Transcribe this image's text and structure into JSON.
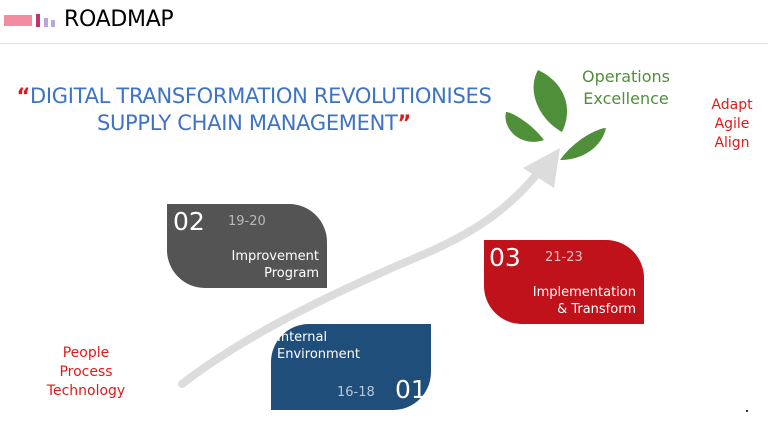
{
  "header": {
    "title": "ROADMAP",
    "logo_colors": [
      "#f28ca0",
      "#c0346a",
      "#b9a7d6"
    ]
  },
  "headline": {
    "open_quote": "“",
    "line1": "DIGITAL TRANSFORMATION REVOLUTIONISES",
    "line2": "SUPPLY CHAIN MANAGEMENT",
    "close_quote": "”",
    "color": "#3d73c4",
    "quote_color": "#e01a1a"
  },
  "goal": {
    "line1": "Operations",
    "line2": "Excellence",
    "color": "#4f8f3a",
    "icon": "leaf-icon"
  },
  "values": {
    "line1": "Adapt",
    "line2": "Agile",
    "line3": "Align"
  },
  "pillars": {
    "line1": "People",
    "line2": "Process",
    "line3": "Technology"
  },
  "phases": [
    {
      "number": "01",
      "years": "16-18",
      "line1": "Internal",
      "line2": "Environment",
      "color": "#1f4e7a"
    },
    {
      "number": "02",
      "years": "19-20",
      "line1": "Improvement",
      "line2": "Program",
      "color": "#545454"
    },
    {
      "number": "03",
      "years": "21-23",
      "line1": "Implementation",
      "line2": "& Transform",
      "color": "#c0121a"
    }
  ]
}
